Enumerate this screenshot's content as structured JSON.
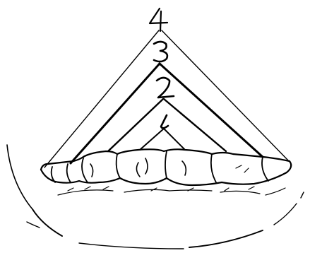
{
  "diagram": {
    "labels": {
      "level_1": "1",
      "level_2": "2",
      "level_3": "3",
      "level_4": "4"
    },
    "colors": {
      "ink": "#000000",
      "paper": "#ffffff"
    }
  }
}
